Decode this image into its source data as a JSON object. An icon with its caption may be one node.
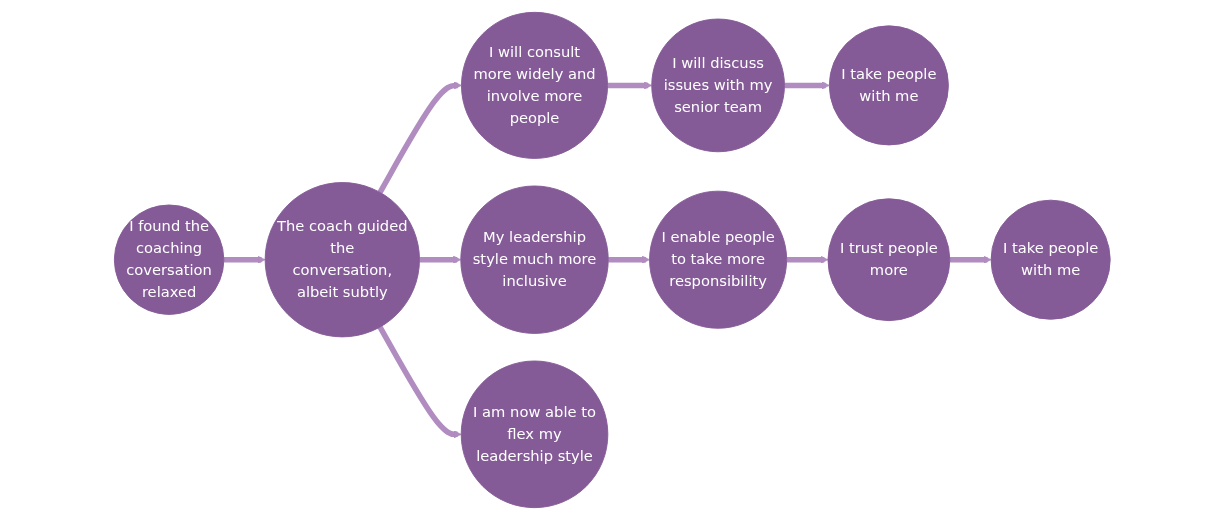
{
  "diagram": {
    "nodes": [
      {
        "text": [
          "I found the coaching coversation relaxed"
        ]
      },
      {
        "text": [
          "The coach guided the conversation, albeit subtly"
        ]
      },
      {
        "text": [
          "I will consult more widely and involve more people"
        ]
      },
      {
        "text": [
          "I will discuss issues with my senior team"
        ]
      },
      {
        "text": [
          "I take people with me"
        ]
      },
      {
        "text": [
          "My leadership style much more inclusive"
        ]
      },
      {
        "text": [
          "I enable people to take more responsibility"
        ]
      },
      {
        "text": [
          "I trust people more"
        ]
      },
      {
        "text": [
          "I take people with me"
        ]
      },
      {
        "text": [
          "I am now able to flex my leadership style"
        ]
      }
    ],
    "edges": [
      {
        "from": 0,
        "to": 1,
        "arrow": "to"
      },
      {
        "from": 1,
        "to": 2,
        "arrow": "to"
      },
      {
        "from": 1,
        "to": 5,
        "arrow": "to"
      },
      {
        "from": 1,
        "to": 9,
        "arrow": "to"
      },
      {
        "from": 2,
        "to": 3,
        "arrow": "to"
      },
      {
        "from": 3,
        "to": 4,
        "arrow": "to"
      },
      {
        "from": 5,
        "to": 6,
        "arrow": "to"
      },
      {
        "from": 6,
        "to": 7,
        "arrow": "to"
      },
      {
        "from": 7,
        "to": 8,
        "arrow": "to"
      }
    ]
  }
}
